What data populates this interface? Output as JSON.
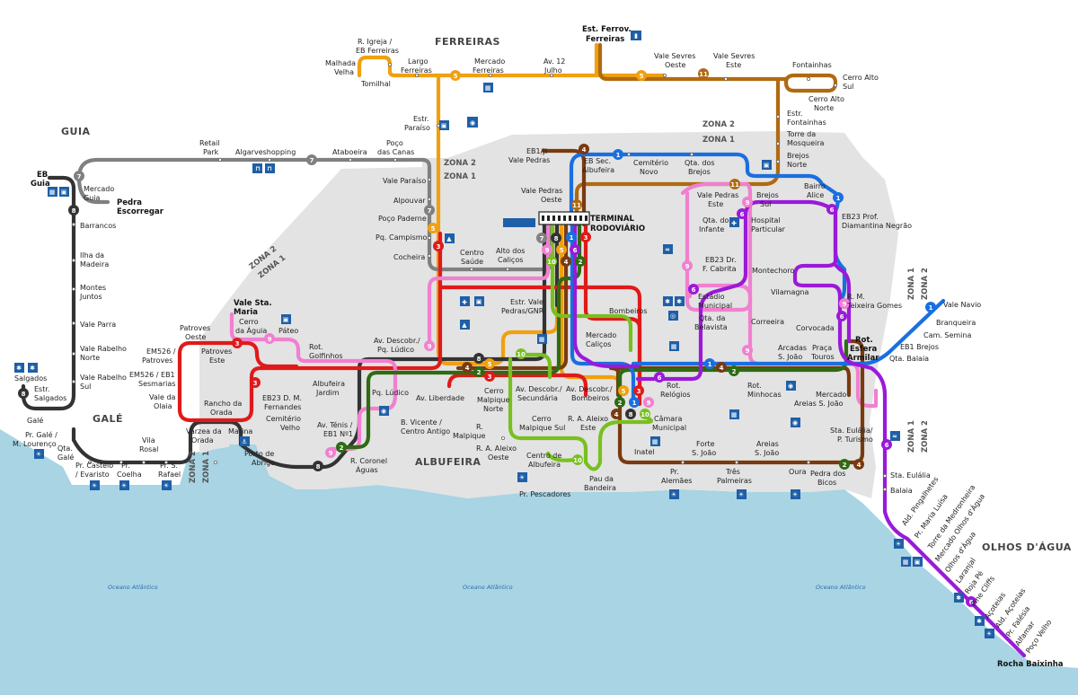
{
  "map": {
    "towns": {
      "ferreiras": "FERREIRAS",
      "guia": "GUIA",
      "gale": "GALÉ",
      "albufeira": "ALBUFEIRA",
      "olhos": "OLHOS D'ÁGUA"
    },
    "ocean": "Oceano Atlântico",
    "zones": {
      "z1": "ZONA 1",
      "z2": "ZONA 2"
    },
    "terminal": {
      "line1": "TERMINAL",
      "line2": "RODOVIÁRIO"
    },
    "lines": [
      {
        "id": "1",
        "color": "#1a6fe0"
      },
      {
        "id": "2",
        "color": "#2e6b12"
      },
      {
        "id": "3",
        "color": "#e01a1a"
      },
      {
        "id": "4",
        "color": "#7a3a10"
      },
      {
        "id": "5",
        "color": "#f0a010"
      },
      {
        "id": "6",
        "color": "#9a1ad8"
      },
      {
        "id": "7",
        "color": "#808080"
      },
      {
        "id": "8",
        "color": "#333333"
      },
      {
        "id": "9",
        "color": "#f080d0"
      },
      {
        "id": "10",
        "color": "#78c020"
      },
      {
        "id": "11",
        "color": "#b06a10"
      }
    ],
    "stops": {
      "r_igreja": "R. Igreja /",
      "eb_ferreiras": "EB Ferreiras",
      "malhada": "Malhada",
      "velha": "Velha",
      "largo": "Largo",
      "ferreiras": "Ferreiras",
      "tomilhal": "Tomilhal",
      "mercado": "Mercado",
      "ferreiras2": "Ferreiras",
      "av12": "Av. 12",
      "julho": "Julho",
      "est_ferrov": "Est. Ferrov.",
      "ferreiras3": "Ferreiras",
      "vale_sevres_o1": "Vale Sevres",
      "vale_sevres_o2": "Oeste",
      "vale_sevres_e1": "Vale Sevres",
      "vale_sevres_e2": "Este",
      "fontainhas": "Fontainhas",
      "cerro_alto_sul1": "Cerro Alto",
      "cerro_alto_sul2": "Sul",
      "cerro_alto_norte1": "Cerro Alto",
      "cerro_alto_norte2": "Norte",
      "estr_fontainhas1": "Estr.",
      "estr_fontainhas2": "Fontainhas",
      "torre_mosq1": "Torre da",
      "torre_mosq2": "Mosqueira",
      "brejos_norte1": "Brejos",
      "brejos_norte2": "Norte",
      "estr_paraiso1": "Estr.",
      "estr_paraiso2": "Paraíso",
      "retail1": "Retail",
      "retail2": "Park",
      "algarveshopping": "Algarveshopping",
      "ataboeira": "Ataboeira",
      "poco_canas1": "Poço",
      "poco_canas2": "das Canas",
      "eb_guia1": "EB",
      "eb_guia2": "Guia",
      "mercado_guia1": "Mercado",
      "mercado_guia2": "Guia",
      "pedra_esc1": "Pedra",
      "pedra_esc2": "Escorregar",
      "barrancos": "Barrancos",
      "ilha1": "Ilha da",
      "ilha2": "Madeira",
      "montes1": "Montes",
      "montes2": "Juntos",
      "vale_parra": "Vale Parra",
      "vrn1": "Vale Rabelho",
      "vrn2": "Norte",
      "vrs1": "Vale Rabelho",
      "vrs2": "Sul",
      "salgados": "Salgados",
      "estr_salgados1": "Estr.",
      "estr_salgados2": "Salgados",
      "gale": "Galé",
      "pr_gale1": "Pr. Galé /",
      "pr_gale2": "M. Lourenço",
      "qta_gale1": "Qta.",
      "qta_gale2": "Galé",
      "pr_castelo1": "Pr. Castelo",
      "pr_castelo2": "/ Evaristo",
      "pr_coelha1": "Pr.",
      "pr_coelha2": "Coelha",
      "pr_rafael1": "Pr. S.",
      "pr_rafael2": "Rafael",
      "vila_rosal1": "Vila",
      "vila_rosal2": "Rosal",
      "vale_paraiso": "Vale Paraíso",
      "alpouvar": "Alpouvar",
      "poco_paderne": "Poço Paderne",
      "pq_campismo": "Pq. Campismo",
      "cocheira": "Cocheira",
      "centro_saude1": "Centro",
      "centro_saude2": "Saúde",
      "alto_calicos1": "Alto dos",
      "alto_calicos2": "Caliços",
      "eb1_vp1": "EB1/JI",
      "eb1_vp2": "Vale Pedras",
      "eb_sec1": "EB Sec.",
      "eb_sec2": "Albufeira",
      "cemiterio_novo1": "Cemitério",
      "cemiterio_novo2": "Novo",
      "qta_brejos1": "Qta. dos",
      "qta_brejos2": "Brejos",
      "vp_oeste1": "Vale Pedras",
      "vp_oeste2": "Oeste",
      "vp_este1": "Vale Pedras",
      "vp_este2": "Este",
      "brejos_sul1": "Brejos",
      "brejos_sul2": "Sul",
      "bairro_alice1": "Bairro",
      "bairro_alice2": "Alice",
      "qta_infante1": "Qta. do",
      "qta_infante2": "Infante",
      "hosp1": "Hospital",
      "hosp2": "Particular",
      "eb23_prof1": "EB23 Prof.",
      "eb23_prof2": "Diamantina Negrão",
      "eb23_cab1": "EB23 Dr.",
      "eb23_cab2": "F. Cabrita",
      "montechoro": "Montechoro",
      "vilamagna": "Vilamagna",
      "rm_teixeira1": "R. M.",
      "rm_teixeira2": "Teixeira Gomes",
      "estr_vp1": "Estr. Vale",
      "estr_vp2": "Pedras/GNR",
      "bombeiros": "Bombeiros",
      "estadio1": "Estádio",
      "estadio2": "Municipal",
      "qta_belav1": "Qta. da",
      "qta_belav2": "Belavista",
      "correeira": "Correeira",
      "corvocada": "Corvocada",
      "vale_sta_maria1": "Vale Sta.",
      "vale_sta_maria2": "Maria",
      "cerro_aguia1": "Cerro",
      "cerro_aguia2": "da Águia",
      "pateo": "Páteo",
      "patroves_o1": "Patroves",
      "patroves_o2": "Oeste",
      "patroves_e1": "Patroves",
      "patroves_e2": "Este",
      "em526p1": "EM526 /",
      "em526p2": "Patroves",
      "em526s1": "EM526 / EB1",
      "em526s2": "Sesmarias",
      "vale_olaia1": "Vale da",
      "vale_olaia2": "Olaia",
      "rot_golf1": "Rot.",
      "rot_golf2": "Golfinhos",
      "av_desc_pl1": "Av. Descobr./",
      "av_desc_pl2": "Pq. Lúdico",
      "mercado_cal1": "Mercado",
      "mercado_cal2": "Caliços",
      "albuf_jardim1": "Albufeira",
      "albuf_jardim2": "Jardim",
      "pq_ludico": "Pq. Lúdico",
      "av_liberdade": "Av. Liberdade",
      "cerro_malp_n1": "Cerro",
      "cerro_malp_n2": "Malpique",
      "cerro_malp_n3": "Norte",
      "av_desc_sec1": "Av. Descobr./",
      "av_desc_sec2": "Secundária",
      "av_desc_bomb1": "Av. Descobr./",
      "av_desc_bomb2": "Bombeiros",
      "rot_relogios1": "Rot.",
      "rot_relogios2": "Relógios",
      "rot_minhocas1": "Rot.",
      "rot_minhocas2": "Minhocas",
      "arcadas1": "Arcadas",
      "arcadas2": "S. João",
      "praca_touros1": "Praça",
      "praca_touros2": "Touros",
      "rot_esfera1": "Rot.",
      "rot_esfera2": "Esfera",
      "rot_esfera3": "Armilar",
      "eb1_brejos": "EB1 Brejos",
      "qta_balaia": "Qta. Balaia",
      "cam_semina1": "Cam. Semina",
      "branqueira": "Branqueira",
      "vale_navio": "Vale Navio",
      "rancho1": "Rancho da",
      "rancho2": "Orada",
      "eb23_dm1": "EB23 D. M.",
      "eb23_dm2": "Fernandes",
      "cemit_velho1": "Cemitério",
      "cemit_velho2": "Velho",
      "av_tenis1": "Av. Ténis /",
      "av_tenis2": "EB1 Nº1",
      "b_vicente1": "B. Vicente /",
      "b_vicente2": "Centro Antigo",
      "varzea1": "Várzea da",
      "varzea2": "Orada",
      "marina": "Marina",
      "porto1": "Porto de",
      "porto2": "Abrigo",
      "r_coronel1": "R. Coronel",
      "r_coronel2": "Águas",
      "r_malpique1": "R.",
      "r_malpique2": "Malpique",
      "cerro_malp_s1": "Cerro",
      "cerro_malp_s2": "Malpique Sul",
      "ra_aleixo_e1": "R. A. Aleixo",
      "ra_aleixo_e2": "Este",
      "ra_aleixo_o1": "R. A. Aleixo",
      "ra_aleixo_o2": "Oeste",
      "centro_albuf1": "Centro de",
      "centro_albuf2": "Albufeira",
      "camara1": "Câmara",
      "camara2": "Municipal",
      "inatel": "Inatel",
      "forte1": "Forte",
      "forte2": "S. João",
      "areias_sj1": "Areias",
      "areias_sj2": "S. João",
      "mercado_areias1": "Mercado",
      "mercado_areias2": "Areias S. João",
      "sta_eul_pt1": "Sta. Eulália/",
      "sta_eul_pt2": "P. Turismo",
      "pr_alemaes1": "Pr.",
      "pr_alemaes2": "Alemães",
      "tres_palm1": "Três",
      "tres_palm2": "Palmeiras",
      "oura": "Oura",
      "pedra_bicos1": "Pedra dos",
      "pedra_bicos2": "Bicos",
      "sta_eulalia": "Sta. Eulália",
      "balaia": "Balaia",
      "pr_pescadores": "Pr. Pescadores",
      "pau_bandeira1": "Pau da",
      "pau_bandeira2": "Bandeira",
      "ald_ping": "Ald. Pingalhetes",
      "pr_maria": "Pr. Maria Luísa",
      "torre_medr": "Torre da Medronheira",
      "merc_olhos": "Mercado Olhos d'Água",
      "olhos": "Olhos d'Água",
      "laranjal": "Laranjal",
      "roja_pe": "Roja Pé",
      "pine": "Pine Cliffs",
      "acoteias": "Açoteias",
      "ald_acoteias": "Ald. Açoteias",
      "pr_falesia": "Pr. Falésia",
      "alfamar": "Alfamar",
      "poco_velho": "Poço Velho",
      "rocha": "Rocha Baixinha"
    }
  }
}
